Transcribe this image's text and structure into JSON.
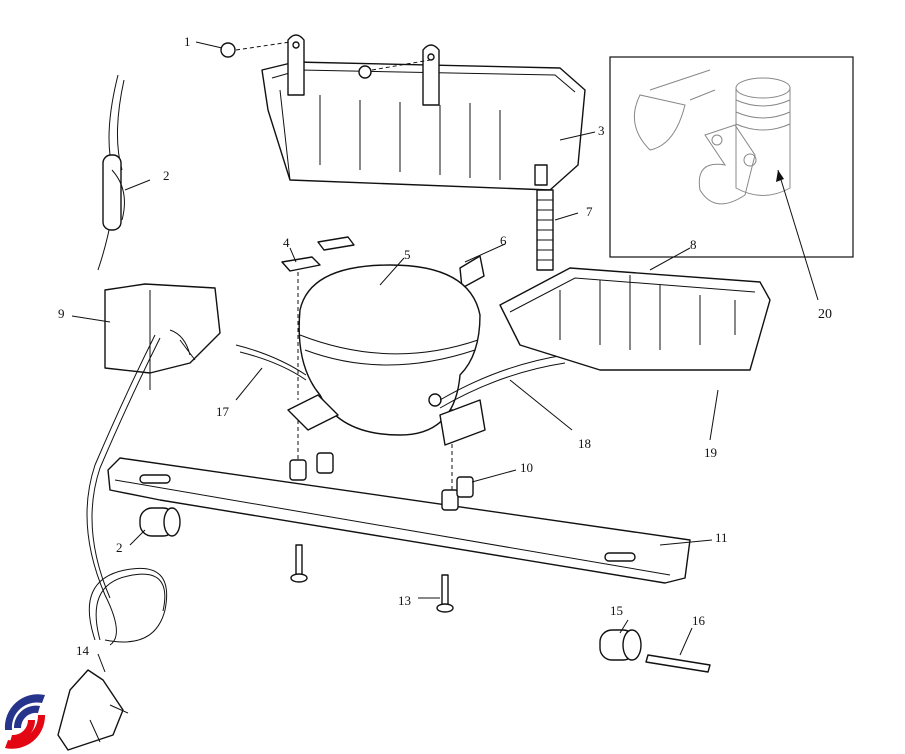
{
  "diagram": {
    "callouts": [
      {
        "id": "1",
        "label": "1"
      },
      {
        "id": "2a",
        "label": "2"
      },
      {
        "id": "3",
        "label": "3"
      },
      {
        "id": "4",
        "label": "4"
      },
      {
        "id": "5",
        "label": "5"
      },
      {
        "id": "6",
        "label": "6"
      },
      {
        "id": "7",
        "label": "7"
      },
      {
        "id": "8",
        "label": "8"
      },
      {
        "id": "9",
        "label": "9"
      },
      {
        "id": "10",
        "label": "10"
      },
      {
        "id": "11",
        "label": "11"
      },
      {
        "id": "2b",
        "label": "2"
      },
      {
        "id": "13",
        "label": "13"
      },
      {
        "id": "14",
        "label": "14"
      },
      {
        "id": "15",
        "label": "15"
      },
      {
        "id": "16",
        "label": "16"
      },
      {
        "id": "17",
        "label": "17"
      },
      {
        "id": "18",
        "label": "18"
      },
      {
        "id": "19",
        "label": "19"
      },
      {
        "id": "20",
        "label": "20"
      }
    ],
    "logo_colors": {
      "blue": "#27348b",
      "red": "#e30613"
    }
  }
}
